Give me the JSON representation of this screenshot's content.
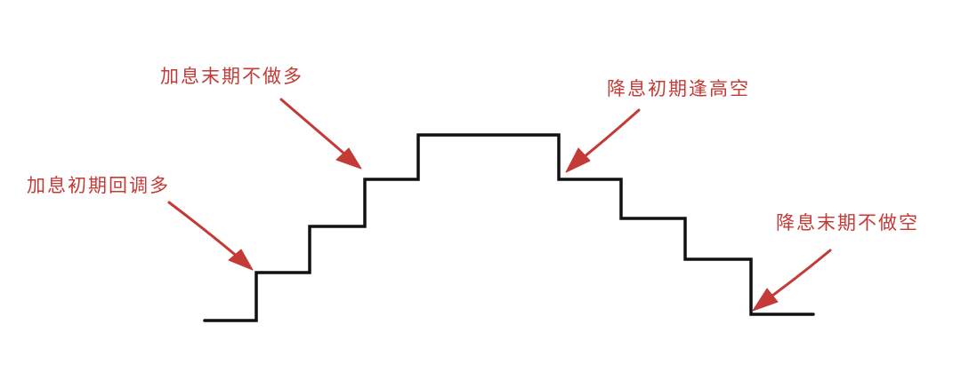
{
  "colors": {
    "staircase": "#111111",
    "annotation": "#c43a36",
    "background": "#ffffff"
  },
  "annotations": [
    {
      "id": "hike-early",
      "label": "加息初期回调多"
    },
    {
      "id": "hike-late",
      "label": "加息末期不做多"
    },
    {
      "id": "cut-early",
      "label": "降息初期逢高空"
    },
    {
      "id": "cut-late",
      "label": "降息末期不做空"
    }
  ]
}
